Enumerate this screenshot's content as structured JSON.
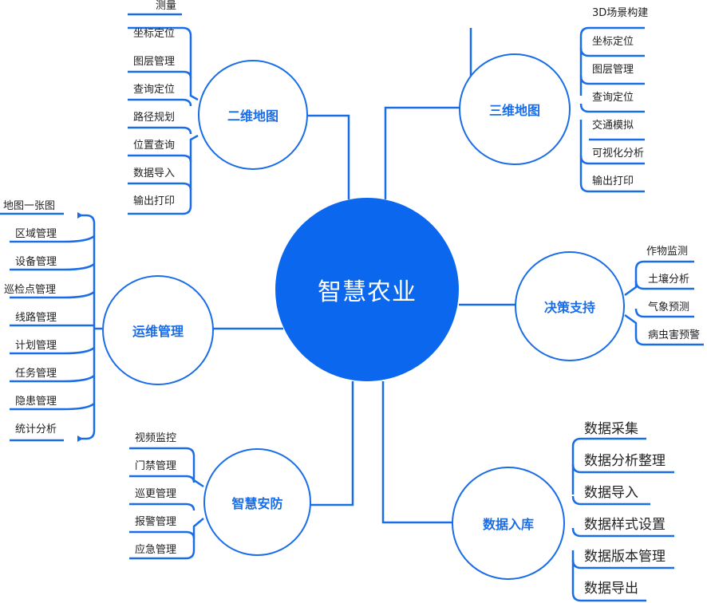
{
  "center": {
    "label": "智慧农业",
    "color": "#0b68ee"
  },
  "accent_color": "#1a6de8",
  "branches": [
    {
      "id": "2d",
      "label": "二维地图",
      "items": [
        "测量",
        "坐标定位",
        "图层管理",
        "查询定位",
        "路径规划",
        "位置查询",
        "数据导入",
        "输出打印"
      ]
    },
    {
      "id": "3d",
      "label": "三维地图",
      "items": [
        "3D场景构建",
        "坐标定位",
        "图层管理",
        "查询定位",
        "交通模拟",
        "可视化分析",
        "输出打印"
      ]
    },
    {
      "id": "ops",
      "label": "运维管理",
      "items": [
        "地图一张图",
        "区域管理",
        "设备管理",
        "巡检点管理",
        "线路管理",
        "计划管理",
        "任务管理",
        "隐患管理",
        "统计分析"
      ]
    },
    {
      "id": "decision",
      "label": "决策支持",
      "items": [
        "作物监测",
        "土壤分析",
        "气象预测",
        "病虫害预警"
      ]
    },
    {
      "id": "security",
      "label": "智慧安防",
      "items": [
        "视频监控",
        "门禁管理",
        "巡更管理",
        "报警管理",
        "应急管理"
      ]
    },
    {
      "id": "data",
      "label": "数据入库",
      "items": [
        "数据采集",
        "数据分析整理",
        "数据导入",
        "数据样式设置",
        "数据版本管理",
        "数据导出"
      ]
    }
  ]
}
